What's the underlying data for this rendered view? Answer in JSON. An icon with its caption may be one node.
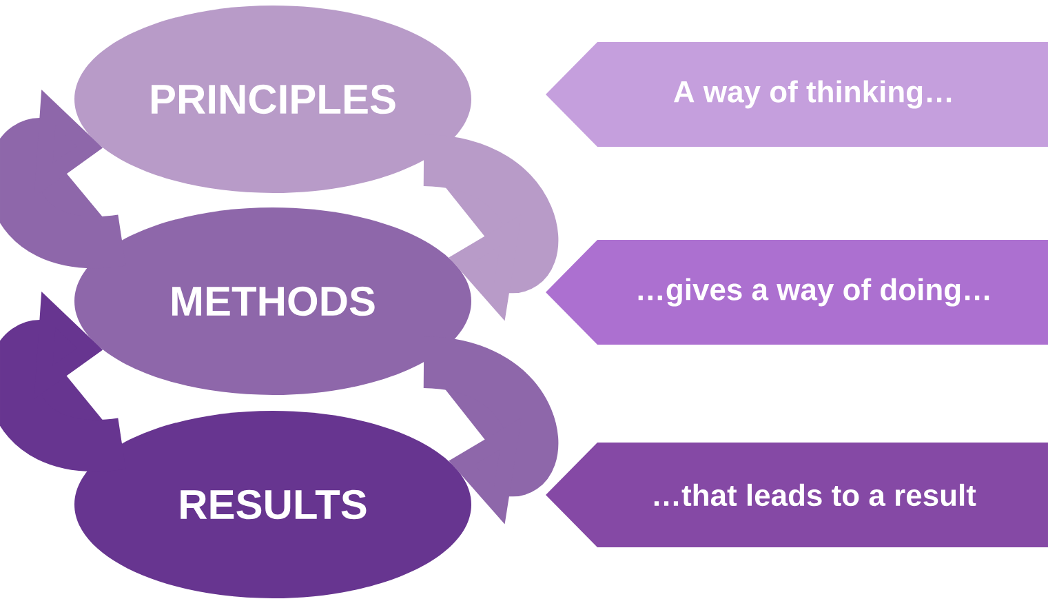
{
  "diagram": {
    "nodes": [
      {
        "text": [
          "PRINCIPLES"
        ]
      },
      {
        "text": [
          "METHODS"
        ]
      },
      {
        "text": [
          "RESULTS"
        ]
      },
      {
        "text": [
          "A way of thinking…"
        ]
      },
      {
        "text": [
          "…gives a way of doing…"
        ]
      },
      {
        "text": [
          "…that leads to a result"
        ]
      }
    ],
    "edges": [
      {
        "from": 0,
        "to": 1,
        "arrow": "to",
        "color": "#b89bc8"
      },
      {
        "from": 1,
        "to": 0,
        "arrow": "to",
        "color": "#8e67aa"
      },
      {
        "from": 1,
        "to": 2,
        "arrow": "to",
        "color": "#8e67aa"
      },
      {
        "from": 2,
        "to": 1,
        "arrow": "to",
        "color": "#673590"
      }
    ]
  }
}
